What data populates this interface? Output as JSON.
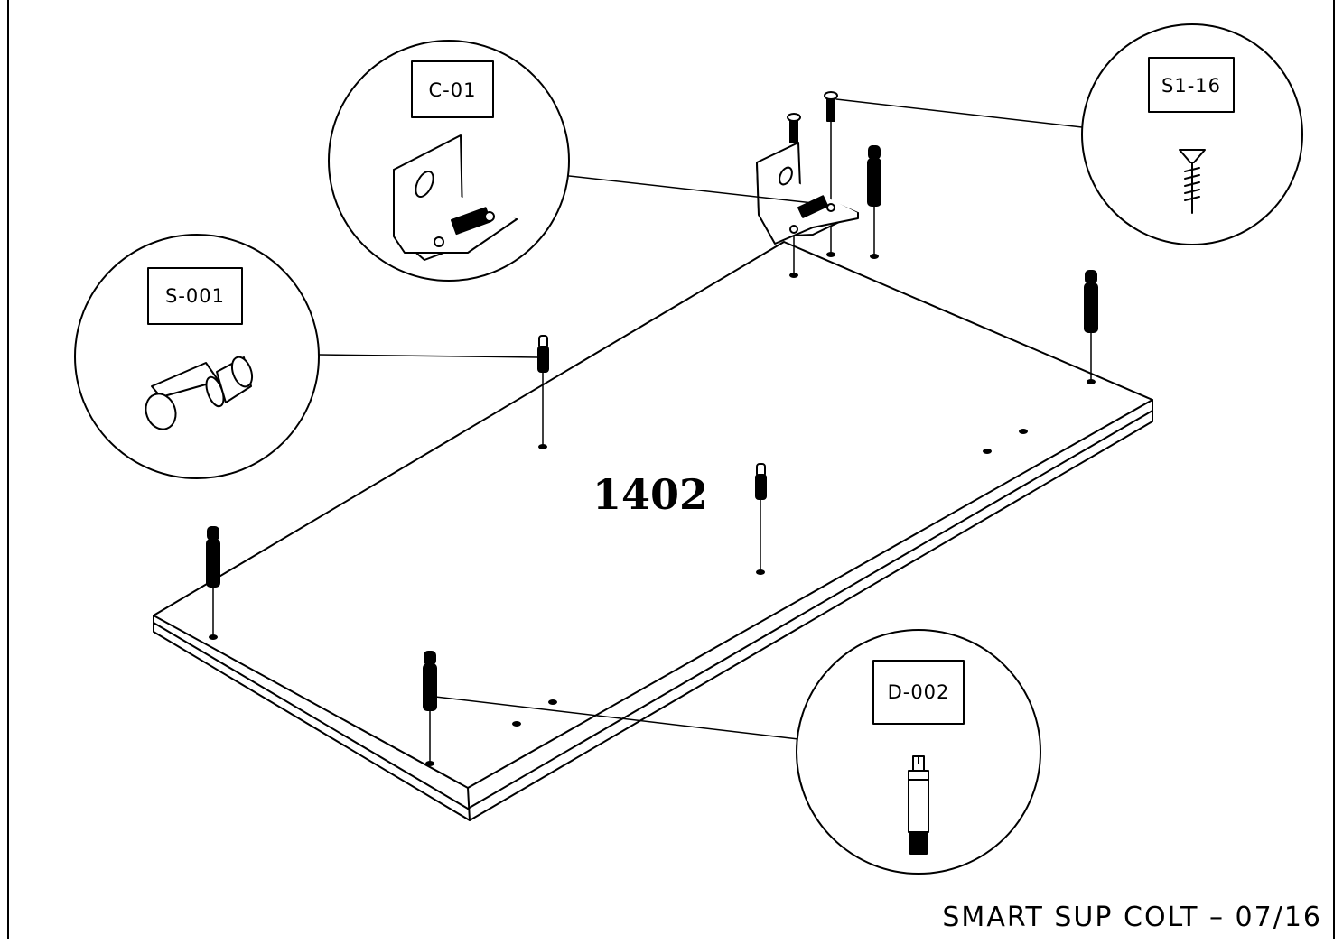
{
  "panel": {
    "code": "1402"
  },
  "callouts": {
    "bracket": {
      "code": "C-01",
      "icon": "angle-bracket-icon"
    },
    "screw": {
      "code": "S1-16",
      "icon": "countersunk-screw-icon"
    },
    "shelf_pin": {
      "code": "S-001",
      "icon": "shelf-pin-icon"
    },
    "cam_dowel": {
      "code": "D-002",
      "icon": "cam-dowel-icon"
    }
  },
  "footer": {
    "text": "SMART SUP COLT – 07/16"
  },
  "colors": {
    "line": "#000000",
    "background": "#ffffff"
  }
}
